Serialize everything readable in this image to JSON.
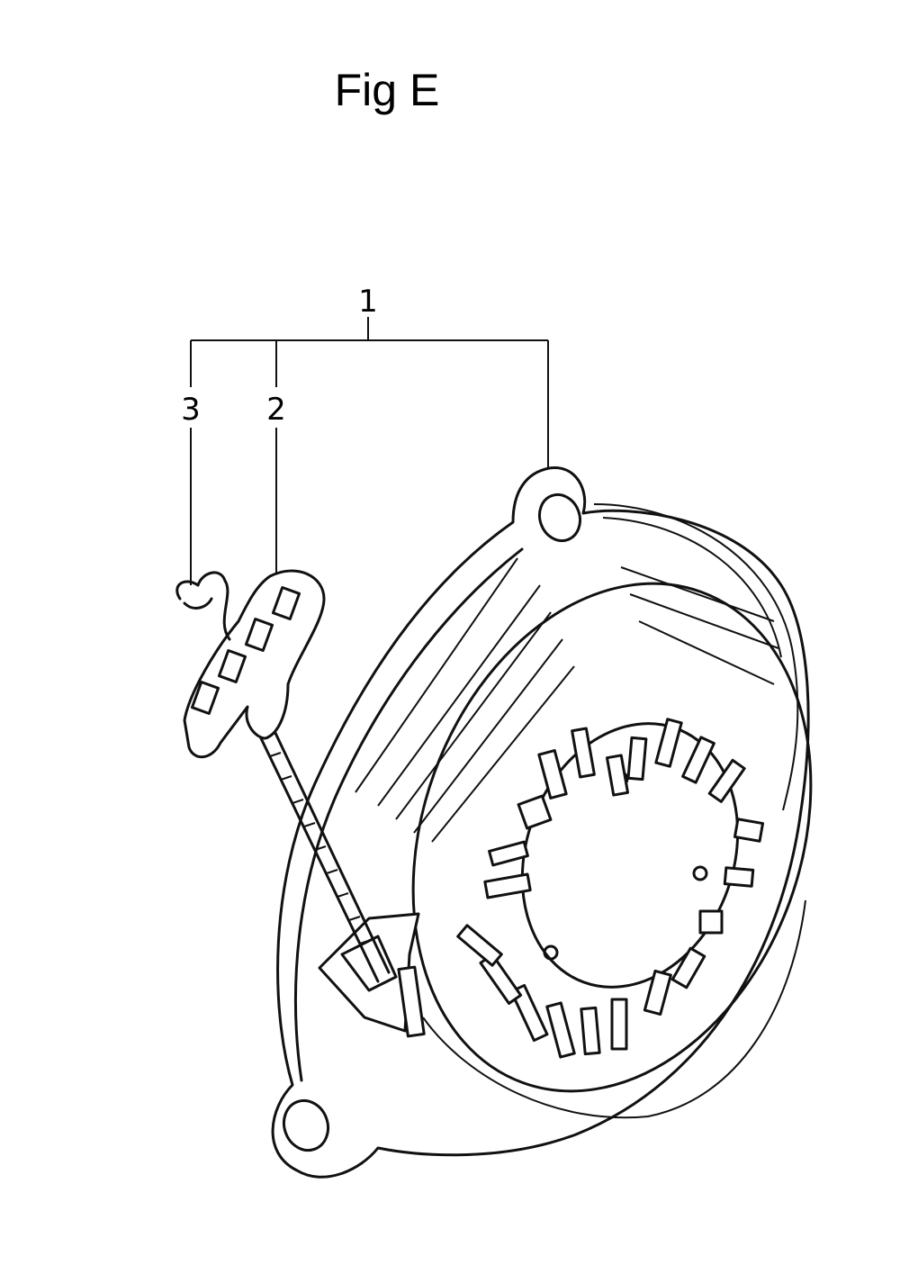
{
  "figure": {
    "title": "Fig E",
    "callouts": [
      {
        "label": "1"
      },
      {
        "label": "2"
      },
      {
        "label": "3"
      }
    ]
  }
}
